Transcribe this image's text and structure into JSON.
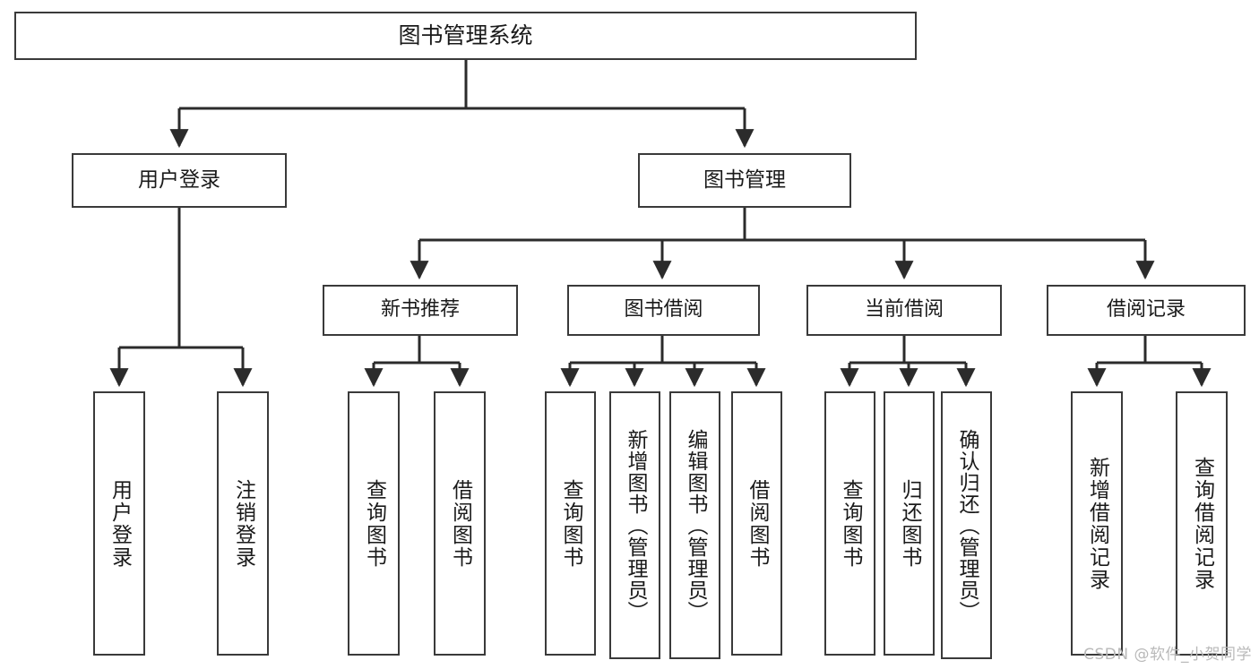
{
  "diagram": {
    "type": "tree",
    "title": "图书管理系统",
    "watermark": "CSDN @软件_小贺同学",
    "colors": {
      "box_border": "#3a3a3a",
      "box_fill": "#ffffff",
      "edge": "#2b2b2b",
      "text": "#1a1a1a",
      "watermark": "#b9b9b9",
      "background": "#ffffff"
    },
    "nodes": {
      "root": {
        "label": "图书管理系统"
      },
      "level2": [
        {
          "label": "用户登录"
        },
        {
          "label": "图书管理"
        }
      ],
      "level3": [
        {
          "label": "新书推荐"
        },
        {
          "label": "图书借阅"
        },
        {
          "label": "当前借阅"
        },
        {
          "label": "借阅记录"
        }
      ],
      "leaves": {
        "user_login": [
          {
            "label": "用户登录"
          },
          {
            "label": "注销登录"
          }
        ],
        "new_book_recommend": [
          {
            "label": "查询图书"
          },
          {
            "label": "借阅图书"
          }
        ],
        "book_borrow": [
          {
            "label": "查询图书"
          },
          {
            "label": "新增图书（管理员）"
          },
          {
            "label": "编辑图书（管理员）"
          },
          {
            "label": "借阅图书"
          }
        ],
        "current_borrow": [
          {
            "label": "查询图书"
          },
          {
            "label": "归还图书"
          },
          {
            "label": "确认归还（管理员）"
          }
        ],
        "borrow_record": [
          {
            "label": "新增借阅记录"
          },
          {
            "label": "查询借阅记录"
          }
        ]
      }
    }
  }
}
